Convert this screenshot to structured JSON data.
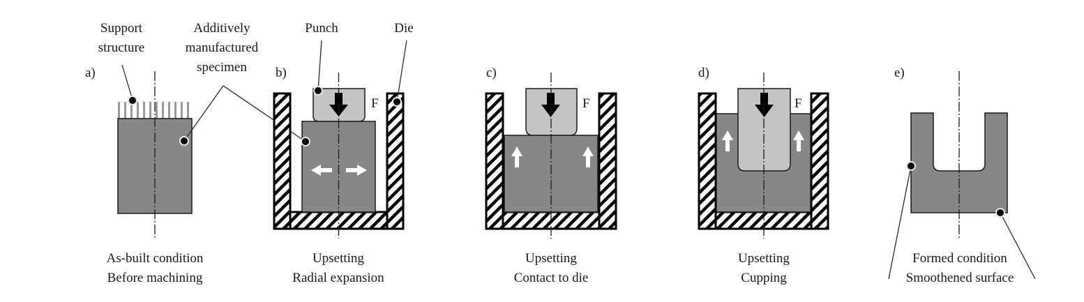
{
  "figure": {
    "labels": {
      "support_structure": [
        "Support",
        "structure"
      ],
      "am_specimen": [
        "Additively",
        "manufactured",
        "specimen"
      ],
      "punch": "Punch",
      "die": "Die",
      "force": "F"
    },
    "panels": [
      {
        "id": "a)",
        "caption": [
          "As-built condition",
          "Before machining"
        ]
      },
      {
        "id": "b)",
        "caption": [
          "Upsetting",
          "Radial expansion"
        ]
      },
      {
        "id": "c)",
        "caption": [
          "Upsetting",
          "Contact to die"
        ]
      },
      {
        "id": "d)",
        "caption": [
          "Upsetting",
          "Cupping"
        ]
      },
      {
        "id": "e)",
        "caption": [
          "Formed condition",
          "Smoothened surface"
        ]
      }
    ],
    "colors": {
      "specimen": "#878787",
      "punch": "#c4c4c4",
      "support": "#9a9a9a",
      "outline": "#1a1a1a"
    }
  }
}
